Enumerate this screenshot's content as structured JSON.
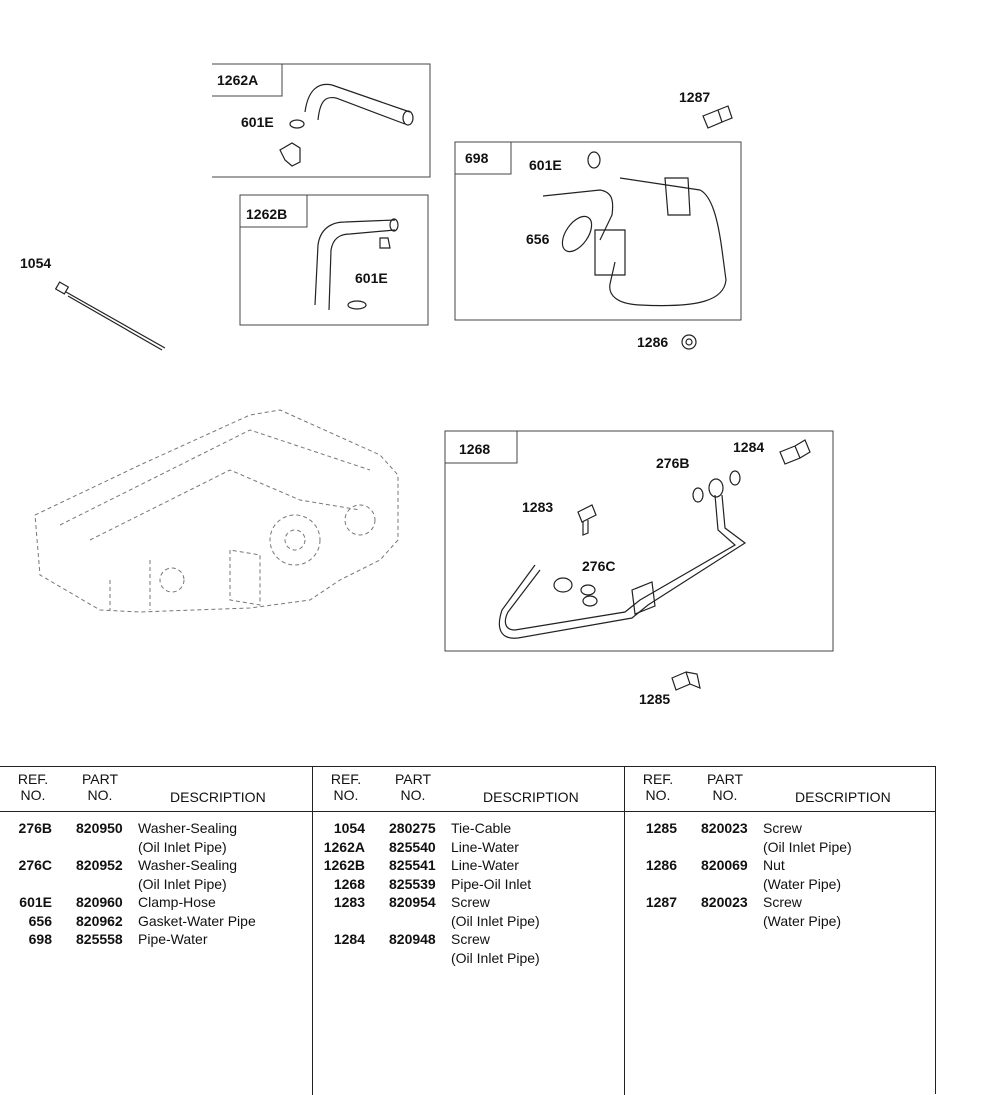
{
  "callouts": {
    "c1262A_box": "1262A",
    "c601E_a": "601E",
    "c1262B_box": "1262B",
    "c601E_b": "601E",
    "c1054": "1054",
    "c1287": "1287",
    "c698_box": "698",
    "c601E_c": "601E",
    "c656": "656",
    "c1286": "1286",
    "c1268_box": "1268",
    "c1284": "1284",
    "c276B": "276B",
    "c1283": "1283",
    "c276C": "276C",
    "c1285": "1285"
  },
  "table": {
    "headers": {
      "ref": "REF.\nNO.",
      "part": "PART\nNO.",
      "desc": "DESCRIPTION"
    },
    "columns": [
      [
        {
          "ref": "276B",
          "part": "820950",
          "desc": "Washer-Sealing\n(Oil Inlet Pipe)"
        },
        {
          "ref": "276C",
          "part": "820952",
          "desc": "Washer-Sealing\n(Oil Inlet Pipe)"
        },
        {
          "ref": "601E",
          "part": "820960",
          "desc": "Clamp-Hose"
        },
        {
          "ref": "656",
          "part": "820962",
          "desc": "Gasket-Water Pipe"
        },
        {
          "ref": "698",
          "part": "825558",
          "desc": "Pipe-Water"
        }
      ],
      [
        {
          "ref": "1054",
          "part": "280275",
          "desc": "Tie-Cable"
        },
        {
          "ref": "1262A",
          "part": "825540",
          "desc": "Line-Water"
        },
        {
          "ref": "1262B",
          "part": "825541",
          "desc": "Line-Water"
        },
        {
          "ref": "1268",
          "part": "825539",
          "desc": "Pipe-Oil Inlet"
        },
        {
          "ref": "1283",
          "part": "820954",
          "desc": "Screw\n(Oil Inlet Pipe)"
        },
        {
          "ref": "1284",
          "part": "820948",
          "desc": "Screw\n(Oil Inlet Pipe)"
        }
      ],
      [
        {
          "ref": "1285",
          "part": "820023",
          "desc": "Screw\n(Oil Inlet Pipe)"
        },
        {
          "ref": "1286",
          "part": "820069",
          "desc": "Nut\n(Water Pipe)"
        },
        {
          "ref": "1287",
          "part": "820023",
          "desc": "Screw\n(Water Pipe)"
        }
      ]
    ]
  }
}
